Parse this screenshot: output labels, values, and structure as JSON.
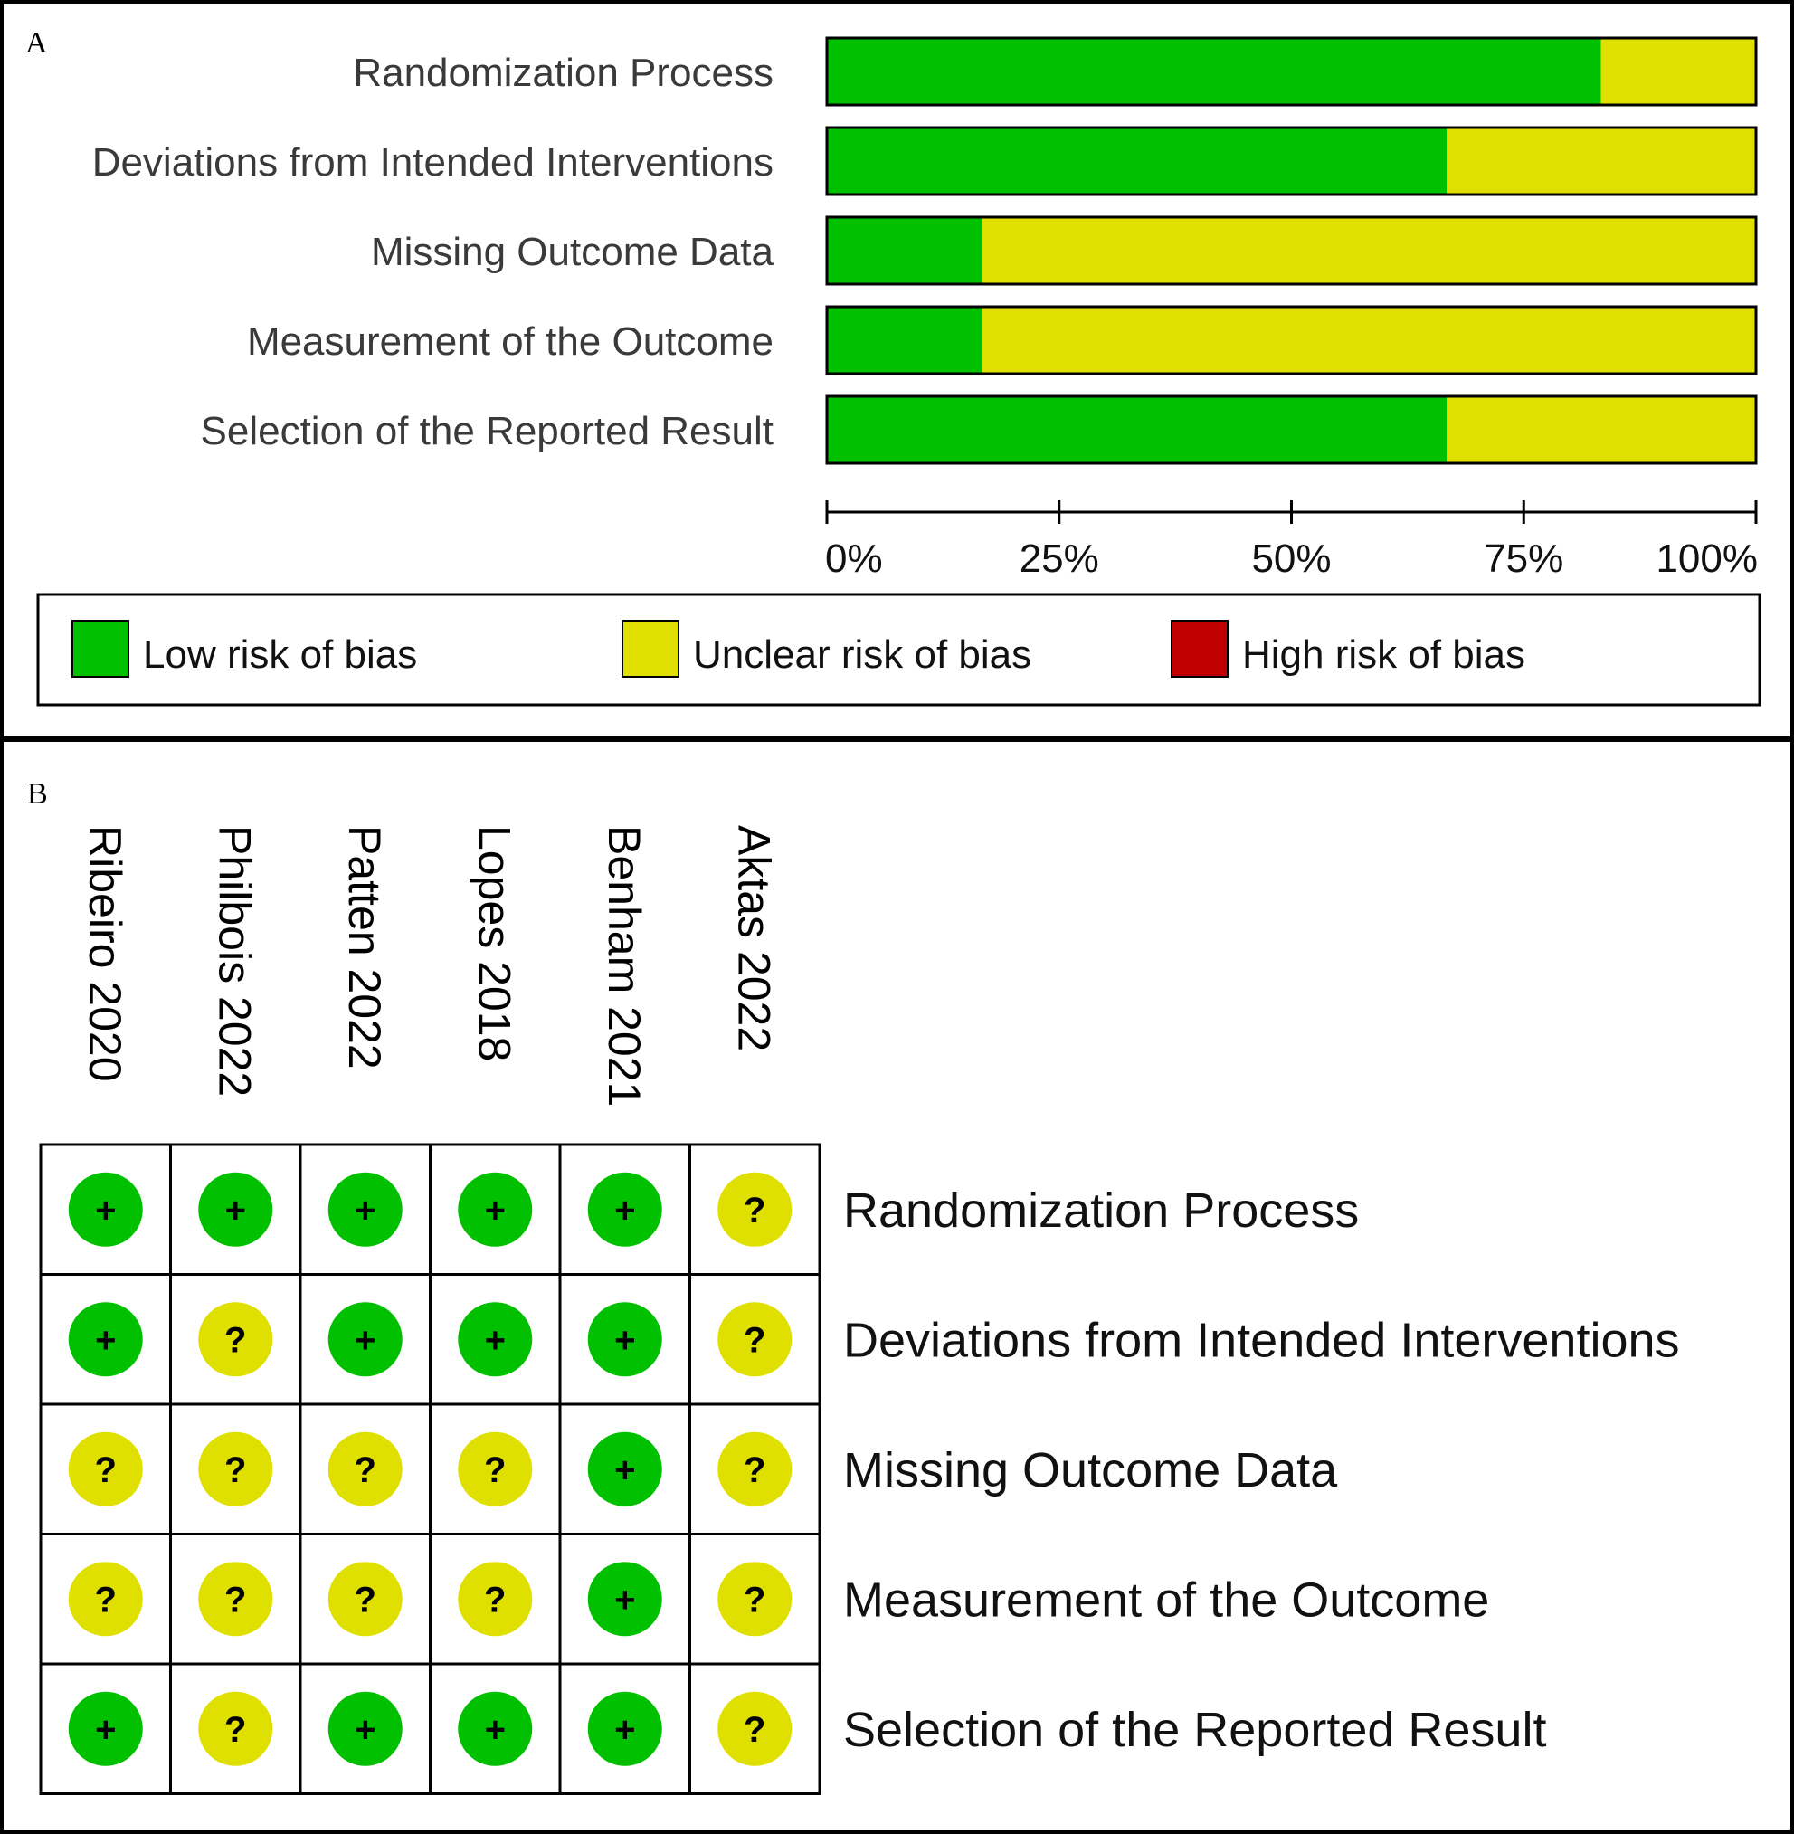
{
  "panels": {
    "a_label": "A",
    "b_label": "B"
  },
  "colors": {
    "low": "#00c000",
    "unclear": "#e0e000",
    "high": "#c00000"
  },
  "chart_data": [
    {
      "type": "bar",
      "orientation": "horizontal",
      "stacked": true,
      "categories": [
        "Randomization Process",
        "Deviations from Intended Interventions",
        "Missing Outcome Data",
        "Measurement of the Outcome",
        "Selection of the Reported Result"
      ],
      "series": [
        {
          "name": "Low risk of bias",
          "color": "#00c000",
          "values": [
            83.3,
            66.7,
            16.7,
            16.7,
            66.7
          ]
        },
        {
          "name": "Unclear risk of bias",
          "color": "#e0e000",
          "values": [
            16.7,
            33.3,
            83.3,
            83.3,
            33.3
          ]
        },
        {
          "name": "High risk of bias",
          "color": "#c00000",
          "values": [
            0,
            0,
            0,
            0,
            0
          ]
        }
      ],
      "xlim": [
        0,
        100
      ],
      "x_ticks": [
        "0%",
        "25%",
        "50%",
        "75%",
        "100%"
      ],
      "legend_position": "bottom"
    },
    {
      "type": "table",
      "studies": [
        "Ribeiro 2020",
        "Philbois 2022",
        "Patten 2022",
        "Lopes 2018",
        "Benham 2021",
        "Aktas 2022"
      ],
      "domains": [
        "Randomization Process",
        "Deviations from Intended Interventions",
        "Missing Outcome Data",
        "Measurement of the Outcome",
        "Selection of the Reported Result"
      ],
      "judgements": [
        [
          "low",
          "low",
          "low",
          "low",
          "low",
          "unclear"
        ],
        [
          "low",
          "unclear",
          "low",
          "low",
          "low",
          "unclear"
        ],
        [
          "unclear",
          "unclear",
          "unclear",
          "unclear",
          "low",
          "unclear"
        ],
        [
          "unclear",
          "unclear",
          "unclear",
          "unclear",
          "low",
          "unclear"
        ],
        [
          "low",
          "unclear",
          "low",
          "low",
          "low",
          "unclear"
        ]
      ],
      "symbols": {
        "low": "+",
        "unclear": "?"
      }
    }
  ]
}
